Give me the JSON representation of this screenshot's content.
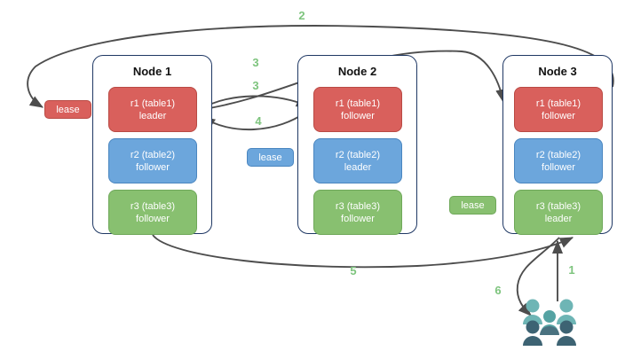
{
  "diagram": {
    "title": "raft-lease-distribution",
    "colors": {
      "red": "#d9605c",
      "red_border": "#b94a44",
      "blue": "#6ca6dc",
      "blue_border": "#4a86c0",
      "green": "#88c070",
      "green_border": "#6fa85a",
      "node_border": "#1f3864",
      "arrow": "#4d4d4d",
      "step_label": "#7dc47d",
      "user_light": "#6eb5b5",
      "user_dark": "#3d6373"
    },
    "nodes": [
      {
        "title": "Node 1",
        "replicas": [
          {
            "name": "r1 (table1)",
            "role": "leader",
            "color": "red"
          },
          {
            "name": "r2 (table2)",
            "role": "follower",
            "color": "blue"
          },
          {
            "name": "r3 (table3)",
            "role": "follower",
            "color": "green"
          }
        ]
      },
      {
        "title": "Node 2",
        "replicas": [
          {
            "name": "r1 (table1)",
            "role": "follower",
            "color": "red"
          },
          {
            "name": "r2 (table2)",
            "role": "leader",
            "color": "blue"
          },
          {
            "name": "r3 (table3)",
            "role": "follower",
            "color": "green"
          }
        ]
      },
      {
        "title": "Node 3",
        "replicas": [
          {
            "name": "r1 (table1)",
            "role": "follower",
            "color": "red"
          },
          {
            "name": "r2 (table2)",
            "role": "follower",
            "color": "blue"
          },
          {
            "name": "r3 (table3)",
            "role": "leader",
            "color": "green"
          }
        ]
      }
    ],
    "leases": [
      {
        "label": "lease",
        "color": "red"
      },
      {
        "label": "lease",
        "color": "blue"
      },
      {
        "label": "lease",
        "color": "green"
      }
    ],
    "steps": [
      {
        "label": "1"
      },
      {
        "label": "2"
      },
      {
        "label": "3"
      },
      {
        "label": "3"
      },
      {
        "label": "4"
      },
      {
        "label": "5"
      },
      {
        "label": "6"
      }
    ],
    "users_icon": "users-group-icon"
  }
}
